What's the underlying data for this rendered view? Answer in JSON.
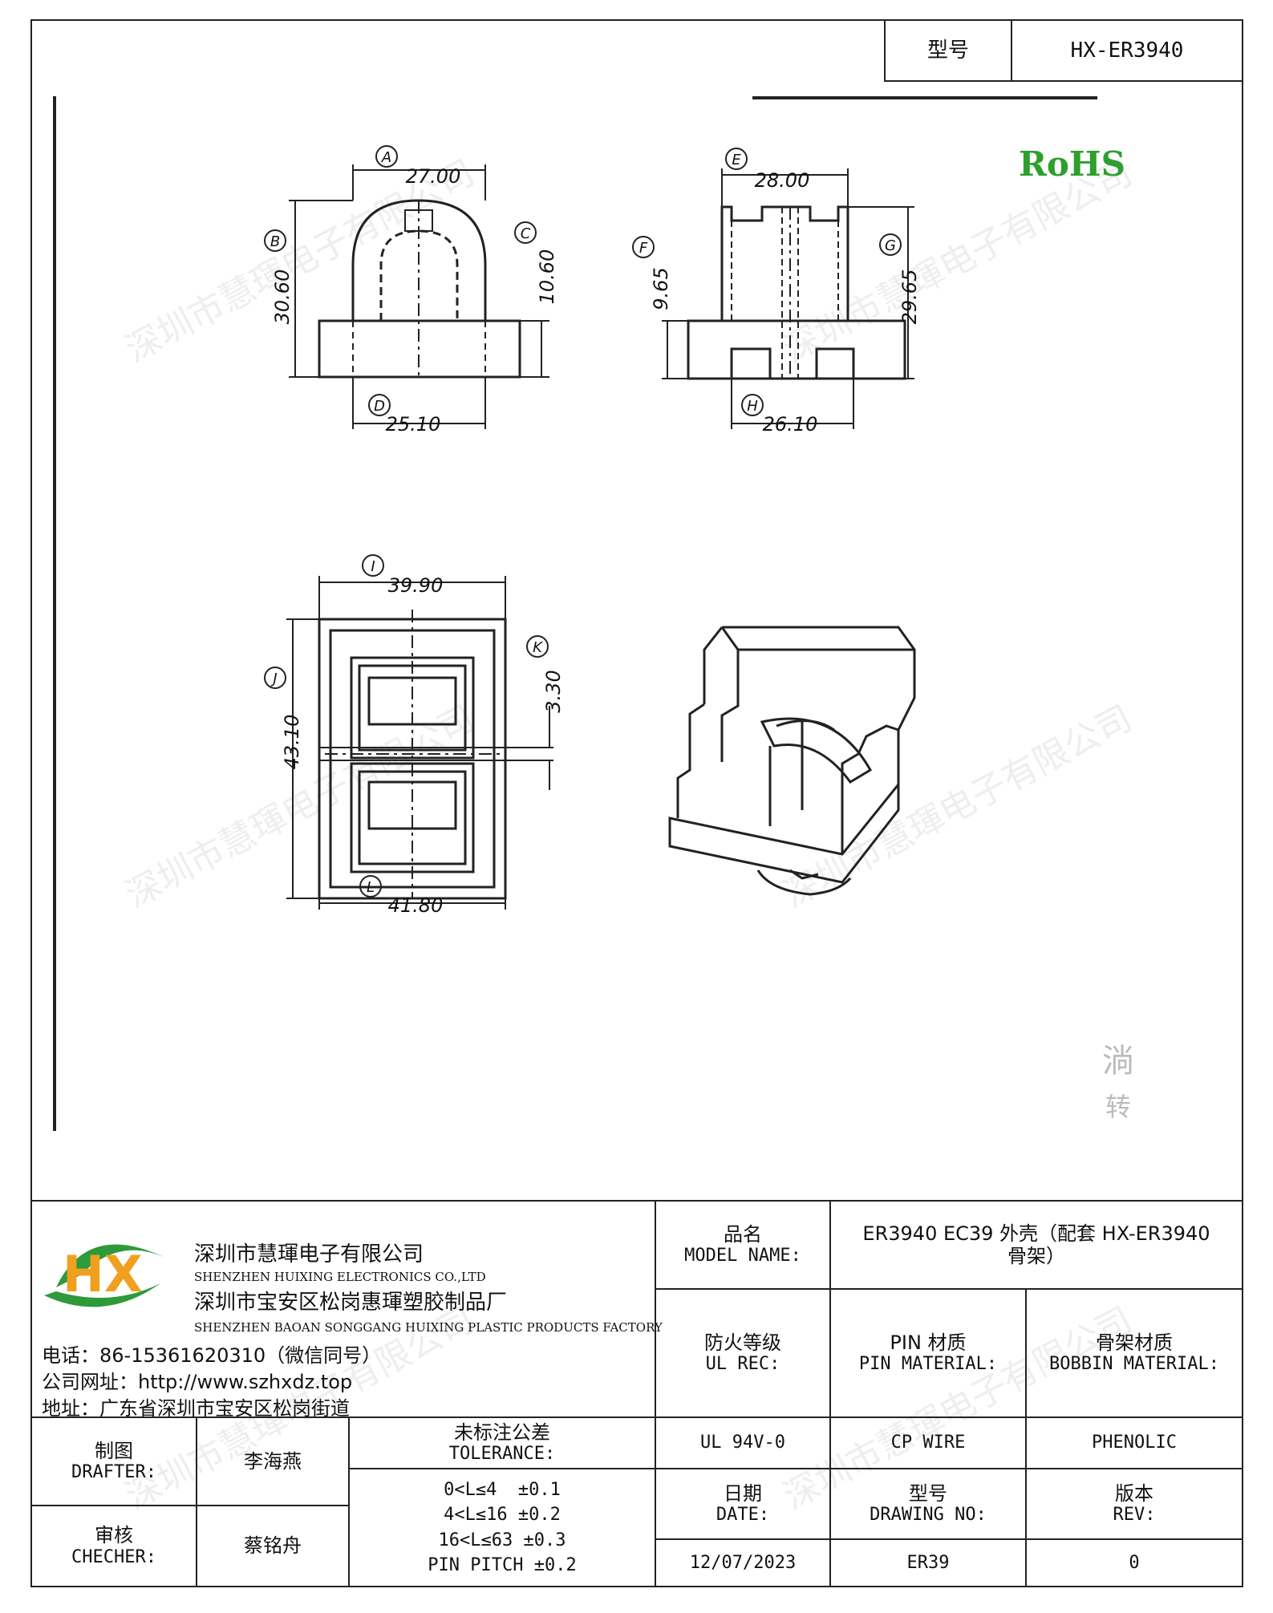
{
  "header": {
    "model_label": "型号",
    "model_value": "HX-ER3940"
  },
  "rohs": "RoHS",
  "side_marks": [
    "淌",
    "转"
  ],
  "watermark": "深圳市慧琿电子有限公司",
  "drawing": {
    "view1": {
      "A_label": "A",
      "A_value": "27.00",
      "B_label": "B",
      "B_value": "30.60",
      "C_label": "C",
      "C_value": "10.60",
      "D_label": "D",
      "D_value": "25.10"
    },
    "view2": {
      "E_label": "E",
      "E_value": "28.00",
      "F_label": "F",
      "F_value": "9.65",
      "G_label": "G",
      "G_value": "29.65",
      "H_label": "H",
      "H_value": "26.10"
    },
    "view3": {
      "I_label": "I",
      "I_value": "39.90",
      "J_label": "J",
      "J_value": "43.10",
      "K_label": "K",
      "K_value": "3.30",
      "L_label": "L",
      "L_value": "41.80"
    }
  },
  "company": {
    "name_cn": "深圳市慧琿电子有限公司",
    "name_en": "SHENZHEN HUIXING ELECTRONICS CO.,LTD",
    "factory_cn": "深圳市宝安区松岗惠琿塑胶制品厂",
    "factory_en": "SHENZHEN BAOAN SONGGANG HUIXING PLASTIC PRODUCTS FACTORY",
    "phone": "电话：86-15361620310（微信同号）",
    "website": "公司网址：http://www.szhxdz.top",
    "address": "地址：广东省深圳市宝安区松岗街道",
    "logo_letters": "HX"
  },
  "title_block": {
    "model_name_cn": "品名",
    "model_name_en": "MODEL NAME:",
    "model_name_value_line1": "ER3940 EC39 外壳（配套 HX-ER3940",
    "model_name_value_line2": "骨架）",
    "fire_cn": "防火等级",
    "fire_en": "UL REC:",
    "pin_cn": "PIN 材质",
    "pin_en": "PIN MATERIAL:",
    "bobbin_cn": "骨架材质",
    "bobbin_en": "BOBBIN MATERIAL:",
    "fire_value": "UL 94V-0",
    "pin_value": "CP WIRE",
    "bobbin_value": "PHENOLIC",
    "drafter_cn": "制图",
    "drafter_en": "DRAFTER:",
    "drafter_value": "李海燕",
    "checker_cn": "审核",
    "checker_en": "CHECHER:",
    "checker_value": "蔡铭舟",
    "tolerance_cn": "未标注公差",
    "tolerance_en": "TOLERANCE:",
    "tolerance_lines": [
      "0<L≤4  ±0.1",
      "4<L≤16 ±0.2",
      "16<L≤63 ±0.3",
      "PIN PITCH ±0.2"
    ],
    "date_cn": "日期",
    "date_en": "DATE:",
    "date_value": "12/07/2023",
    "drawing_no_cn": "型号",
    "drawing_no_en": "DRAWING NO:",
    "drawing_no_value": "ER39",
    "rev_cn": "版本",
    "rev_en": "REV:",
    "rev_value": "0"
  }
}
